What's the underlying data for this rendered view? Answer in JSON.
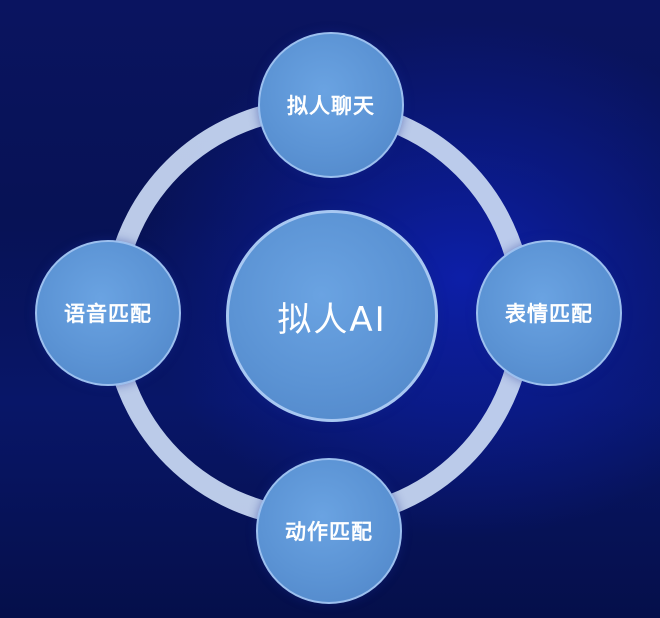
{
  "diagram": {
    "center": {
      "label": "拟人AI"
    },
    "nodes": {
      "top": {
        "label": "拟人聊天"
      },
      "left": {
        "label": "语音匹配"
      },
      "right": {
        "label": "表情匹配"
      },
      "bottom": {
        "label": "动作匹配"
      }
    }
  },
  "colors": {
    "background": "#071255",
    "node_fill": "#5b93d4",
    "ring": "#c5d5f0",
    "text": "#ffffff"
  }
}
